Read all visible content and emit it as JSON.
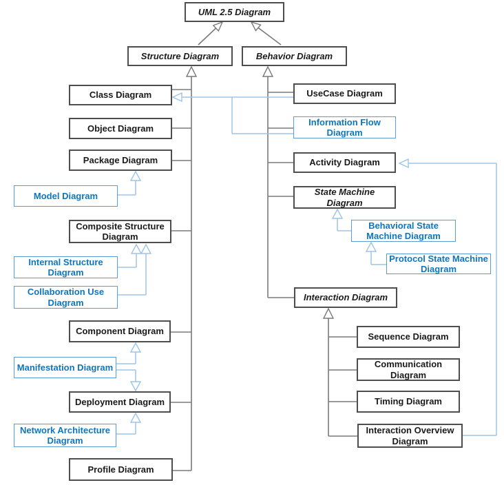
{
  "title": "UML 2.5 diagram taxonomy",
  "colors": {
    "background": "#ffffff",
    "official_border": "#4d4d4d",
    "official_text": "#1a1a1a",
    "blue_border": "#5b9bd5",
    "blue_text": "#0e76bd",
    "connector_gray": "#7a7a7a",
    "connector_blue": "#9dc3e6"
  },
  "nodes": {
    "root": {
      "label": "UML 2.5 Diagram",
      "abstract": true,
      "official": true
    },
    "structure": {
      "label": "Structure Diagram",
      "abstract": true,
      "official": true
    },
    "behavior": {
      "label": "Behavior Diagram",
      "abstract": true,
      "official": true
    },
    "class": {
      "label": "Class Diagram",
      "official": true
    },
    "object": {
      "label": "Object Diagram",
      "official": true
    },
    "package": {
      "label": "Package Diagram",
      "official": true
    },
    "model": {
      "label": "Model Diagram",
      "official": false
    },
    "composite": {
      "label": "Composite Structure Diagram",
      "official": true
    },
    "internal": {
      "label": "Internal Structure Diagram",
      "official": false
    },
    "collaboration": {
      "label": "Collaboration Use Diagram",
      "official": false
    },
    "component": {
      "label": "Component Diagram",
      "official": true
    },
    "manifestation": {
      "label": "Manifestation Diagram",
      "official": false
    },
    "deployment": {
      "label": "Deployment Diagram",
      "official": true
    },
    "network": {
      "label": "Network Architecture Diagram",
      "official": false
    },
    "profile": {
      "label": "Profile Diagram",
      "official": true
    },
    "usecase": {
      "label": "UseCase Diagram",
      "official": true
    },
    "infoflow": {
      "label": "Information Flow Diagram",
      "official": false
    },
    "activity": {
      "label": "Activity Diagram",
      "official": true
    },
    "statemachine": {
      "label": "State Machine Diagram",
      "abstract": true,
      "official": true
    },
    "behavioralsm": {
      "label": "Behavioral State Machine Diagram",
      "official": false
    },
    "protocolsm": {
      "label": "Protocol State Machine Diagram",
      "official": false
    },
    "interaction": {
      "label": "Interaction Diagram",
      "abstract": true,
      "official": true
    },
    "sequence": {
      "label": "Sequence Diagram",
      "official": true
    },
    "communication": {
      "label": "Communication Diagram",
      "official": true
    },
    "timing": {
      "label": "Timing Diagram",
      "official": true
    },
    "overview": {
      "label": "Interaction Overview Diagram",
      "official": true
    }
  },
  "relations": [
    "Structure Diagram -> UML 2.5 Diagram",
    "Behavior Diagram -> UML 2.5 Diagram",
    "Class/Object/Package/Composite Structure/Component/Deployment/Profile -> Structure Diagram",
    "UseCase/Information Flow/Activity/State Machine/Interaction -> Behavior Diagram",
    "UseCase Diagram -> Class Diagram",
    "Information Flow Diagram -> Class Diagram",
    "Model Diagram -> Package Diagram",
    "Internal Structure Diagram -> Composite Structure Diagram",
    "Collaboration Use Diagram -> Composite Structure Diagram",
    "Manifestation Diagram -> Component Diagram",
    "Manifestation Diagram -> Deployment Diagram",
    "Network Architecture Diagram -> Deployment Diagram",
    "Behavioral State Machine Diagram -> State Machine Diagram",
    "Protocol State Machine Diagram -> Behavioral State Machine Diagram",
    "Sequence/Communication/Timing/Interaction Overview -> Interaction Diagram",
    "Interaction Overview Diagram -> Activity Diagram"
  ]
}
